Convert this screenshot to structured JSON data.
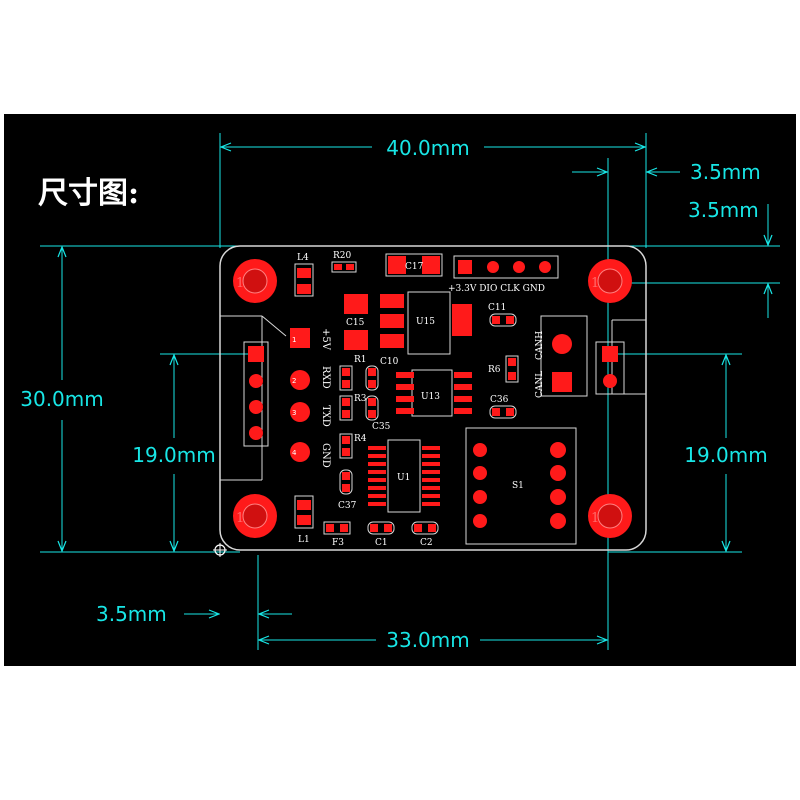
{
  "title": "尺寸图:",
  "colors": {
    "background": "#000000",
    "dimension": "#18e6e6",
    "copper": "#ff1a1a",
    "silkscreen": "#ffffff",
    "outline": "#d8d8d8"
  },
  "dimensions": {
    "width": "40.0mm",
    "hole_x": "33.0mm",
    "height": "30.0mm",
    "header_left": "19.0mm",
    "header_right": "19.0mm",
    "offset_top_x": "3.5mm",
    "offset_top_y": "3.5mm",
    "offset_bottom": "3.5mm"
  },
  "board": {
    "mount_hole_label": "1",
    "left_pins": [
      "+5V",
      "RXD",
      "TXD",
      "GND"
    ],
    "pin_numbers": [
      "1",
      "2",
      "3",
      "4"
    ],
    "top_header": "+3.3V DIO CLK GND",
    "can_pins": [
      "CANH",
      "CANL"
    ],
    "labels": {
      "L4": "L4",
      "R20": "R20",
      "C17": "C17",
      "U15": "U15",
      "C15": "C15",
      "C11": "C11",
      "R1": "R1",
      "C10": "C10",
      "U13": "U13",
      "R6": "R6",
      "R3": "R3",
      "C35": "C35",
      "C36": "C36",
      "R4": "R4",
      "U1": "U1",
      "S1": "S1",
      "C37": "C37",
      "L1": "L1",
      "F3": "F3",
      "C1": "C1",
      "C2": "C2"
    }
  }
}
